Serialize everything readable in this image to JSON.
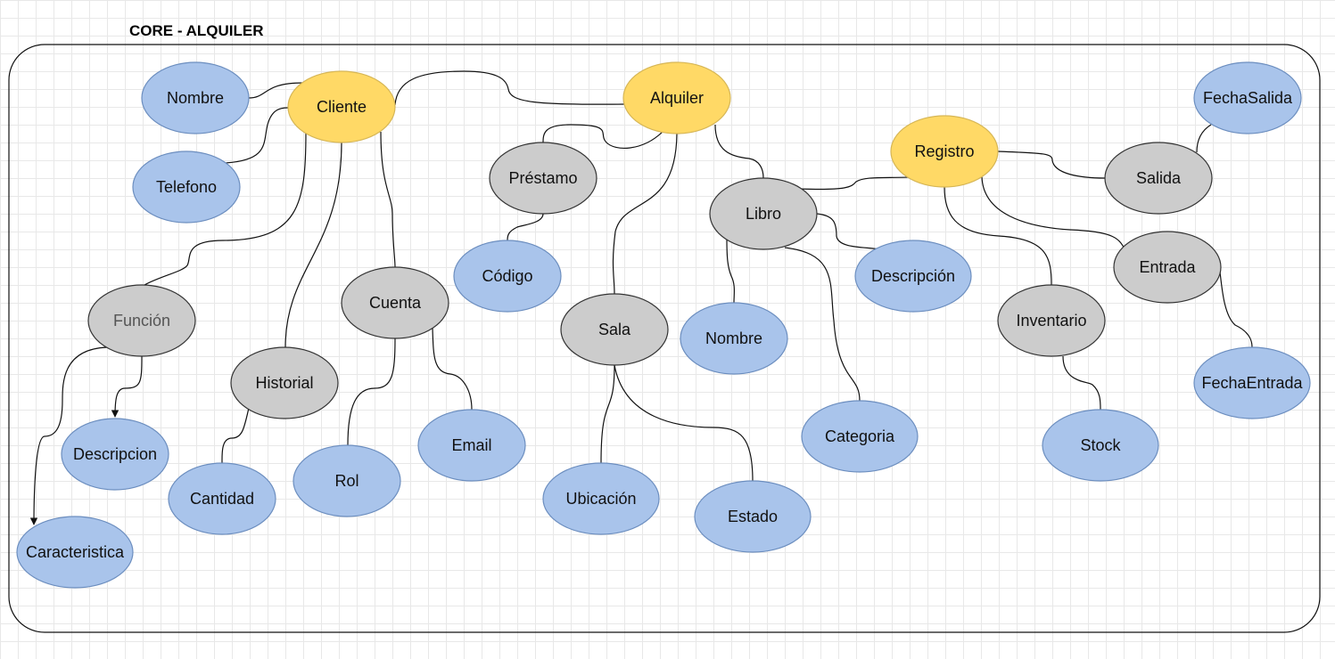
{
  "diagram": {
    "title": "CORE - ALQUILER",
    "colors": {
      "core_fill": "#ffd966",
      "core_stroke": "#d6b656",
      "entity_fill": "#cccccc",
      "entity_stroke": "#333333",
      "attribute_fill": "#a9c4eb",
      "attribute_stroke": "#6c8ebf",
      "text": "#111111",
      "muted_text": "#555555"
    },
    "nodes": [
      {
        "id": "cliente",
        "label": "Cliente",
        "kind": "core"
      },
      {
        "id": "alquiler",
        "label": "Alquiler",
        "kind": "core"
      },
      {
        "id": "registro",
        "label": "Registro",
        "kind": "core"
      },
      {
        "id": "nombre1",
        "label": "Nombre",
        "kind": "attribute"
      },
      {
        "id": "telefono",
        "label": "Telefono",
        "kind": "attribute"
      },
      {
        "id": "funcion",
        "label": "Función",
        "kind": "entity",
        "muted": true
      },
      {
        "id": "descripcion1",
        "label": "Descripcion",
        "kind": "attribute"
      },
      {
        "id": "caracteristica",
        "label": "Caracteristica",
        "kind": "attribute"
      },
      {
        "id": "historial",
        "label": "Historial",
        "kind": "entity"
      },
      {
        "id": "cantidad",
        "label": "Cantidad",
        "kind": "attribute"
      },
      {
        "id": "cuenta",
        "label": "Cuenta",
        "kind": "entity"
      },
      {
        "id": "rol",
        "label": "Rol",
        "kind": "attribute"
      },
      {
        "id": "email",
        "label": "Email",
        "kind": "attribute"
      },
      {
        "id": "prestamo",
        "label": "Préstamo",
        "kind": "entity"
      },
      {
        "id": "codigo",
        "label": "Código",
        "kind": "attribute"
      },
      {
        "id": "sala",
        "label": "Sala",
        "kind": "entity"
      },
      {
        "id": "ubicacion",
        "label": "Ubicación",
        "kind": "attribute"
      },
      {
        "id": "estado",
        "label": "Estado",
        "kind": "attribute"
      },
      {
        "id": "libro",
        "label": "Libro",
        "kind": "entity"
      },
      {
        "id": "nombre2",
        "label": "Nombre",
        "kind": "attribute"
      },
      {
        "id": "categoria",
        "label": "Categoria",
        "kind": "attribute"
      },
      {
        "id": "descripcion2",
        "label": "Descripción",
        "kind": "attribute"
      },
      {
        "id": "inventario",
        "label": "Inventario",
        "kind": "entity"
      },
      {
        "id": "stock",
        "label": "Stock",
        "kind": "attribute"
      },
      {
        "id": "salida",
        "label": "Salida",
        "kind": "entity"
      },
      {
        "id": "fechasalida",
        "label": "FechaSalida",
        "kind": "attribute"
      },
      {
        "id": "entrada",
        "label": "Entrada",
        "kind": "entity"
      },
      {
        "id": "fechaentrada",
        "label": "FechaEntrada",
        "kind": "attribute"
      }
    ],
    "edges": [
      {
        "from": "nombre1",
        "to": "cliente"
      },
      {
        "from": "telefono",
        "to": "cliente"
      },
      {
        "from": "cliente",
        "to": "funcion"
      },
      {
        "from": "cliente",
        "to": "historial"
      },
      {
        "from": "cliente",
        "to": "cuenta"
      },
      {
        "from": "cliente",
        "to": "alquiler"
      },
      {
        "from": "funcion",
        "to": "descripcion1",
        "arrow": true
      },
      {
        "from": "funcion",
        "to": "caracteristica",
        "arrow": true
      },
      {
        "from": "historial",
        "to": "cantidad"
      },
      {
        "from": "cuenta",
        "to": "rol"
      },
      {
        "from": "cuenta",
        "to": "email"
      },
      {
        "from": "alquiler",
        "to": "prestamo"
      },
      {
        "from": "alquiler",
        "to": "sala"
      },
      {
        "from": "alquiler",
        "to": "libro"
      },
      {
        "from": "prestamo",
        "to": "codigo"
      },
      {
        "from": "sala",
        "to": "ubicacion"
      },
      {
        "from": "sala",
        "to": "estado"
      },
      {
        "from": "libro",
        "to": "registro"
      },
      {
        "from": "libro",
        "to": "nombre2"
      },
      {
        "from": "libro",
        "to": "categoria"
      },
      {
        "from": "libro",
        "to": "descripcion2"
      },
      {
        "from": "registro",
        "to": "salida"
      },
      {
        "from": "registro",
        "to": "inventario"
      },
      {
        "from": "registro",
        "to": "entrada"
      },
      {
        "from": "salida",
        "to": "fechasalida"
      },
      {
        "from": "inventario",
        "to": "stock"
      },
      {
        "from": "entrada",
        "to": "fechaentrada"
      }
    ]
  }
}
